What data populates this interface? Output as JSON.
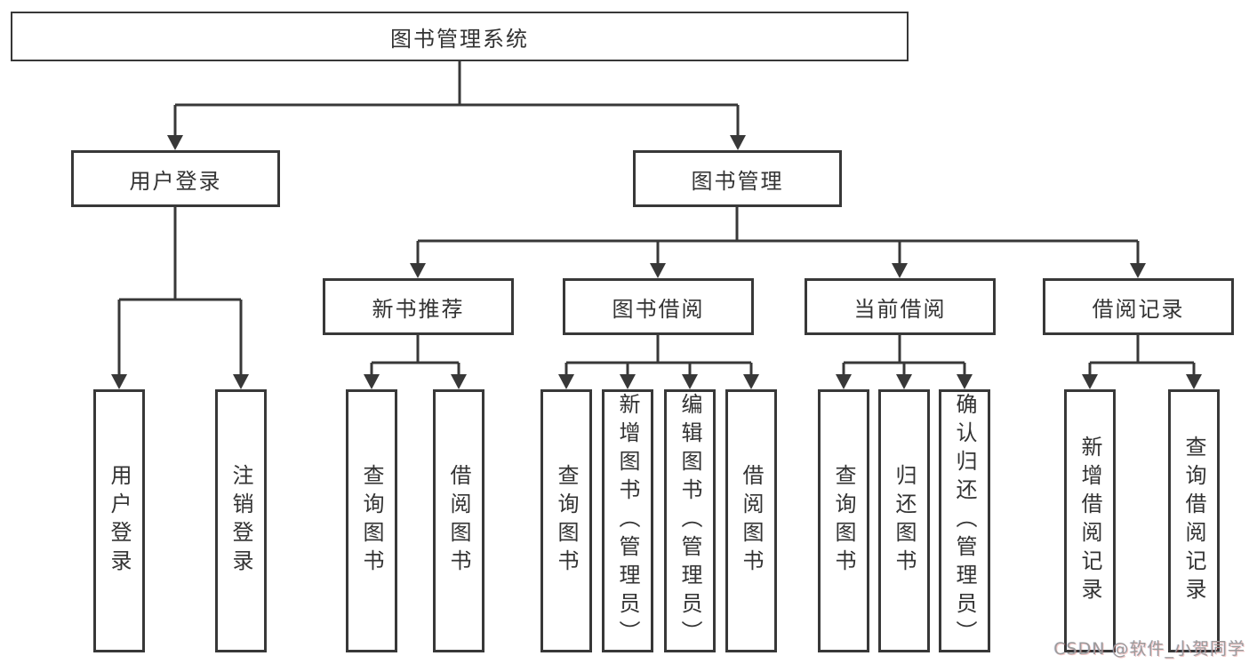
{
  "diagram": {
    "root": {
      "label": "图书管理系统"
    },
    "branches": [
      {
        "label": "用户登录",
        "children": [
          {
            "label": "用户登录"
          },
          {
            "label": "注销登录"
          }
        ]
      },
      {
        "label": "图书管理",
        "children": [
          {
            "label": "新书推荐",
            "children": [
              {
                "label": "查询图书"
              },
              {
                "label": "借阅图书"
              }
            ]
          },
          {
            "label": "图书借阅",
            "children": [
              {
                "label": "查询图书"
              },
              {
                "label": "新增图书（管理员）"
              },
              {
                "label": "编辑图书（管理员）"
              },
              {
                "label": "借阅图书"
              }
            ]
          },
          {
            "label": "当前借阅",
            "children": [
              {
                "label": "查询图书"
              },
              {
                "label": "归还图书"
              },
              {
                "label": "确认归还（管理员）"
              }
            ]
          },
          {
            "label": "借阅记录",
            "children": [
              {
                "label": "新增借阅记录"
              },
              {
                "label": "查询借阅记录"
              }
            ]
          }
        ]
      }
    ]
  },
  "watermark": {
    "text": "CSDN @软件_小贺同学"
  },
  "colors": {
    "line": "#383838",
    "text": "#333333",
    "watermark_gray": "#9b9b9b",
    "background": "#ffffff"
  }
}
